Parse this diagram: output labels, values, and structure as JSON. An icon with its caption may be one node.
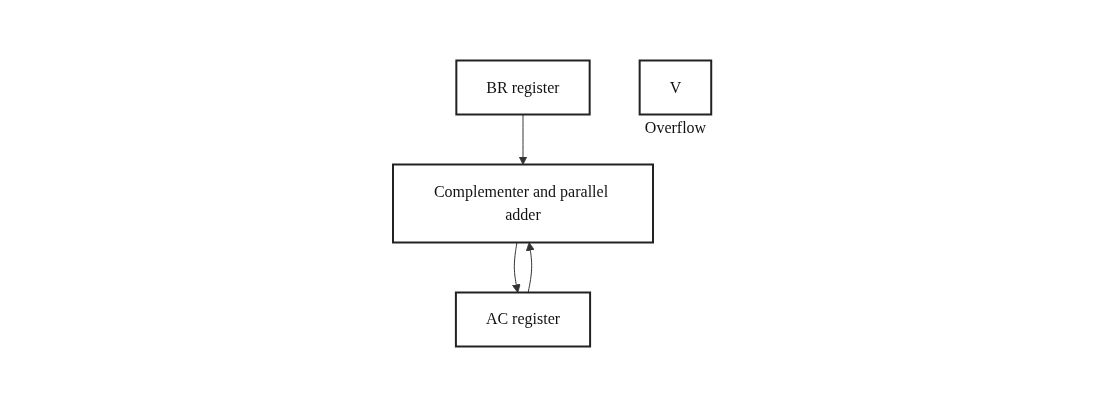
{
  "diagram": {
    "nodes": [
      {
        "text": [
          "BR register"
        ]
      },
      {
        "text": [
          "Complementer and parallel adder"
        ]
      },
      {
        "text": [
          "V"
        ],
        "beside": [
          "Overflow"
        ]
      },
      {
        "text": [
          "AC register"
        ]
      }
    ],
    "edges": [
      {
        "from": 0,
        "to": 1,
        "arrow": "to"
      },
      {
        "from": 1,
        "to": 3,
        "arrow": "to"
      },
      {
        "from": 3,
        "to": 1,
        "arrow": "to"
      }
    ]
  }
}
